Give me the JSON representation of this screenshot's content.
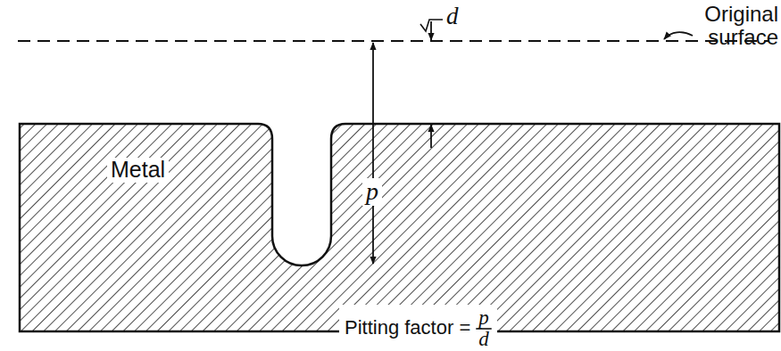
{
  "diagram": {
    "labels": [
      "Original surface",
      "d",
      "Metal",
      "p",
      "Pitting factor =",
      "p",
      "d"
    ]
  }
}
